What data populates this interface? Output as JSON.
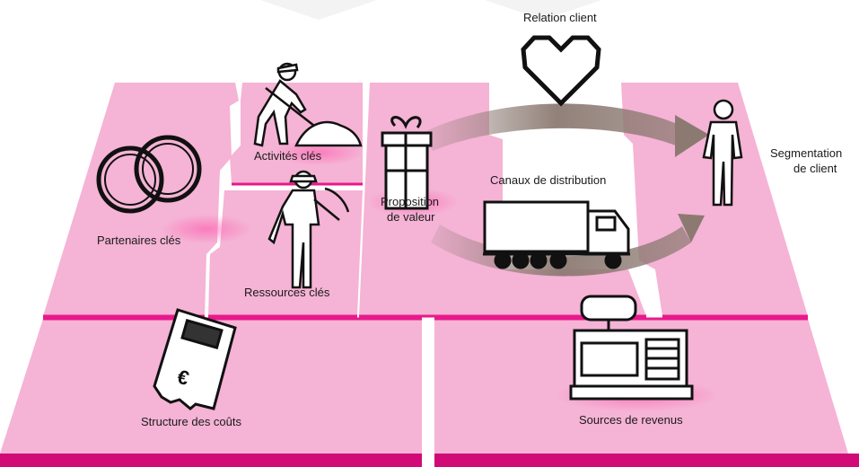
{
  "colors": {
    "tile_pink": "#f5b3d5",
    "tile_edge": "#e8198b",
    "tile_shadow": "#d10a78",
    "arrow": "#8c7a72",
    "ink": "#111111"
  },
  "labels": {
    "relation_client": "Relation client",
    "activites_cles": "Activités clés",
    "segmentation_line1": "Segmentation",
    "segmentation_line2": "de client",
    "partenaires_cles": "Partenaires clés",
    "proposition_line1": "Proposition",
    "proposition_line2": "de valeur",
    "canaux_distribution": "Canaux de distribution",
    "ressources_cles": "Ressources clés",
    "structure_couts": "Structure des coûts",
    "sources_revenus": "Sources de revenus"
  },
  "icons": [
    "heart-icon",
    "worker-shovel-icon",
    "person-icon",
    "rings-icon",
    "gift-icon",
    "truck-icon",
    "miner-pickaxe-icon",
    "receipt-euro-icon",
    "cash-register-icon"
  ]
}
